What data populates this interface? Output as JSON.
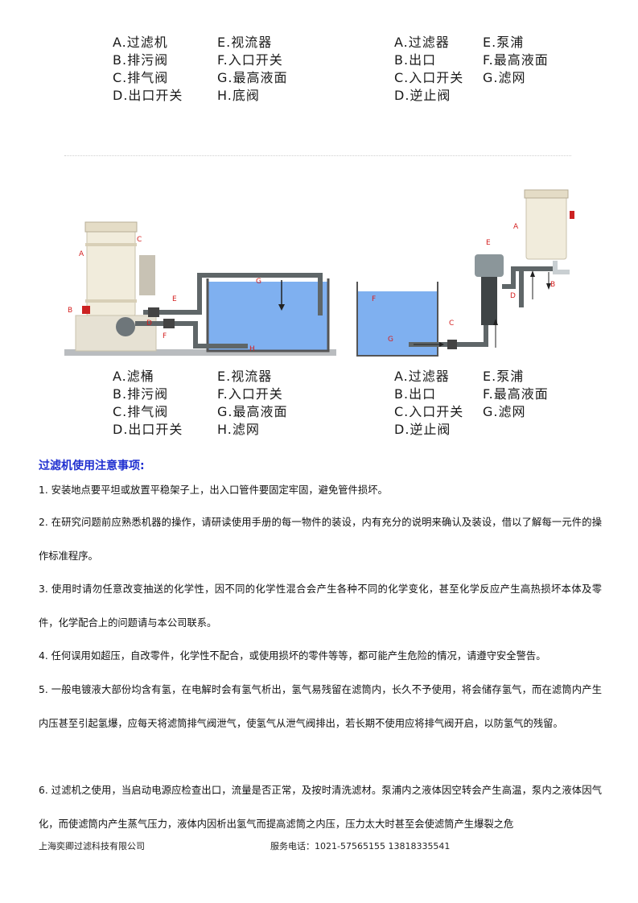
{
  "legend_top_left": [
    "A.过滤机",
    "E.视流器",
    "B.排污阀",
    "F.入口开关",
    "C.排气阀",
    "G.最高液面",
    "D.出口开关",
    "H.底阀"
  ],
  "legend_top_right": [
    "A.过滤器",
    "E.泵浦",
    "B.出口",
    "F.最高液面",
    "C.入口开关",
    "G.滤网",
    "D.逆止阀",
    ""
  ],
  "legend_bottom_left": [
    "A.滤桶",
    "E.视流器",
    "B.排污阀",
    "F.入口开关",
    "C.排气阀",
    "G.最高液面",
    "D.出口开关",
    "H.滤网"
  ],
  "legend_bottom_right": [
    "A.过滤器",
    "E.泵浦",
    "B.出口",
    "F.最高液面",
    "C.入口开关",
    "G.滤网",
    "D.逆止阀",
    ""
  ],
  "diagram_labels": {
    "a": "A",
    "b": "B",
    "c": "C",
    "d": "D",
    "e": "E",
    "f": "F",
    "g": "G",
    "h": "H"
  },
  "heading": "过滤机使用注意事项:",
  "paragraphs": [
    "1. 安装地点要平坦或放置平稳架子上，出入口管件要固定牢固，避免管件损坏。",
    "2. 在研究问题前应熟悉机器的操作，请研读使用手册的每一物件的装设，内有充分的说明来确认及装设，借以了解每一元件的操作标准程序。",
    "3. 使用时请勿任意改变抽送的化学性，因不同的化学性混合会产生各种不同的化学变化，甚至化学反应产生高热损坏本体及零件，化学配合上的问题请与本公司联系。",
    "4. 任何误用如超压，自改零件，化学性不配合，或使用损坏的零件等等，都可能产生危险的情况，请遵守安全警告。",
    "5. 一般电镀液大部份均含有氢，在电解时会有氢气析出，氢气易残留在滤筒内，长久不予使用，将会储存氢气，而在滤筒内产生内压甚至引起氢爆，应每天将滤筒排气阀泄气，使氢气从泄气阀排出，若长期不使用应将排气阀开启，以防氢气的残留。",
    "6. 过滤机之使用，当启动电源应检查出口，流量是否正常，及按时清洗滤材。泵浦内之液体因空转会产生高温，泵内之液体因气化，而使滤筒内产生蒸气压力，液体内因析出氢气而提高滤筒之内压，压力太大时甚至会使滤筒产生爆裂之危"
  ],
  "footer": {
    "company": "上海奕卿过滤科技有限公司",
    "phone": "服务电话：1021-57565155   13818335541"
  },
  "colors": {
    "tank_water": "#7fb0f0",
    "tank_wall": "#555555",
    "filter_body": "#f1ecdc",
    "pipe": "#5f6668",
    "heading": "#1f2fd0",
    "label_red": "#d42020"
  }
}
